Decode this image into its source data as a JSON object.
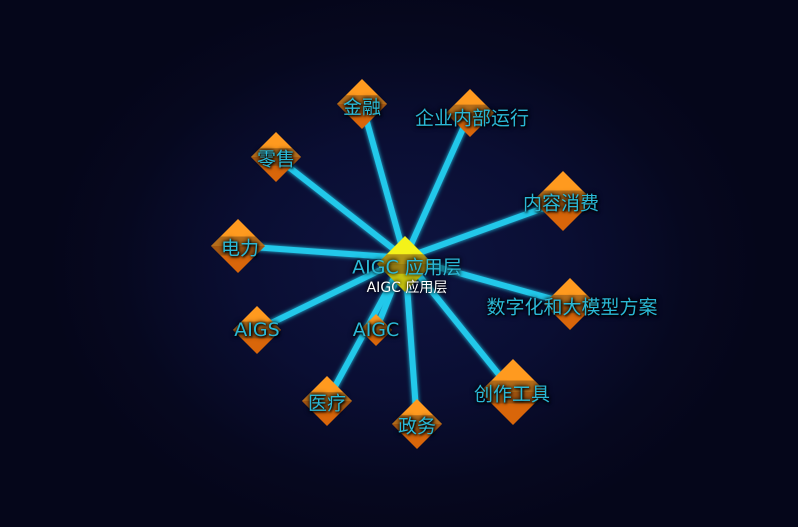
{
  "diagram": {
    "center": {
      "label": "AIGC 应用层",
      "sublabel": "AIGC 应用层"
    },
    "nodes": [
      {
        "id": "finance",
        "label": "金融"
      },
      {
        "id": "enterprise",
        "label": "企业内部运行"
      },
      {
        "id": "retail",
        "label": "零售"
      },
      {
        "id": "content",
        "label": "内容消费"
      },
      {
        "id": "power",
        "label": "电力"
      },
      {
        "id": "digital",
        "label": "数字化和大模型方案"
      },
      {
        "id": "aigs",
        "label": "AIGS"
      },
      {
        "id": "aigc",
        "label": "AIGC"
      },
      {
        "id": "medical",
        "label": "医疗"
      },
      {
        "id": "gov",
        "label": "政务"
      },
      {
        "id": "creative",
        "label": "创作工具"
      }
    ],
    "colors": {
      "edge": "#22c8ea",
      "node_top": "#ff9a1f",
      "node_bottom": "#d9660a",
      "center_top": "#f4f21a",
      "center_bottom": "#c9c610",
      "label": "#2ab8d6",
      "sublabel": "#ffffff",
      "background": "#05061a"
    }
  }
}
